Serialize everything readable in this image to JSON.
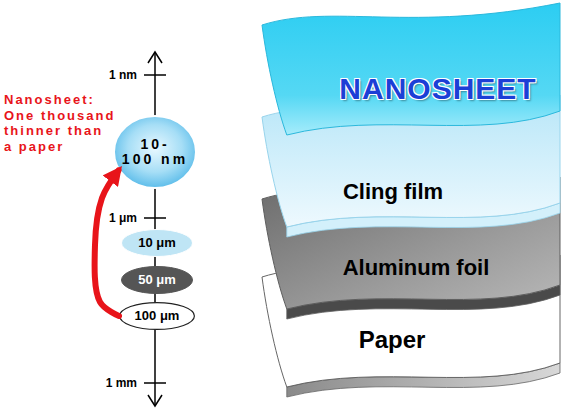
{
  "diagram": {
    "nodes": [
      {
        "text": [
          "10- 100 nm"
        ]
      },
      {
        "text": [
          "10 μm"
        ]
      },
      {
        "text": [
          "50 μm"
        ]
      },
      {
        "text": [
          "100 μm"
        ]
      },
      {
        "text": [
          "NANOSHEET"
        ]
      },
      {
        "text": [
          "Cling film"
        ]
      },
      {
        "text": [
          "Aluminum foil"
        ]
      },
      {
        "text": [
          "Paper"
        ]
      }
    ],
    "edges": [
      {
        "from": 3,
        "to": 0,
        "arrow": "to"
      }
    ],
    "labels": [
      "1 nm",
      "1 μm",
      "1 mm",
      "Nanosheet: One thousand thinner than a paper"
    ]
  }
}
